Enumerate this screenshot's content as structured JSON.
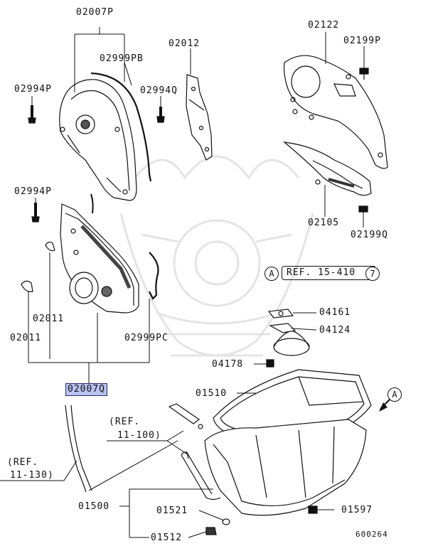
{
  "parts": {
    "p02007P": "02007P",
    "p02999PB": "02999PB",
    "p02994P_top": "02994P",
    "p02012": "02012",
    "p02994Q": "02994Q",
    "p02122": "02122",
    "p02199P": "02199P",
    "p02994P_mid": "02994P",
    "p02105": "02105",
    "p02199Q": "02199Q",
    "p02011_a": "02011",
    "p02011_b": "02011",
    "p02999PC": "02999PC",
    "p04161": "04161",
    "p04124": "04124",
    "p04178": "04178",
    "p02007Q": "02007Q",
    "p01510": "01510",
    "p01500": "01500",
    "p01521": "01521",
    "p01597": "01597",
    "p01512": "01512"
  },
  "refs": {
    "ref_15_410_marker": "A",
    "ref_15_410_text": "REF. 15-410",
    "ref_15_410_num": "7",
    "ref_11_100_line1": "(REF.",
    "ref_11_100_line2": "11-100)",
    "ref_11_130_line1": "(REF.",
    "ref_11_130_line2": "11-130)",
    "arrow_marker": "A"
  },
  "diagram_number": "600264",
  "colors": {
    "line": "#111111",
    "highlight": "#b9c3f2",
    "watermark": "#e6e6e6"
  }
}
